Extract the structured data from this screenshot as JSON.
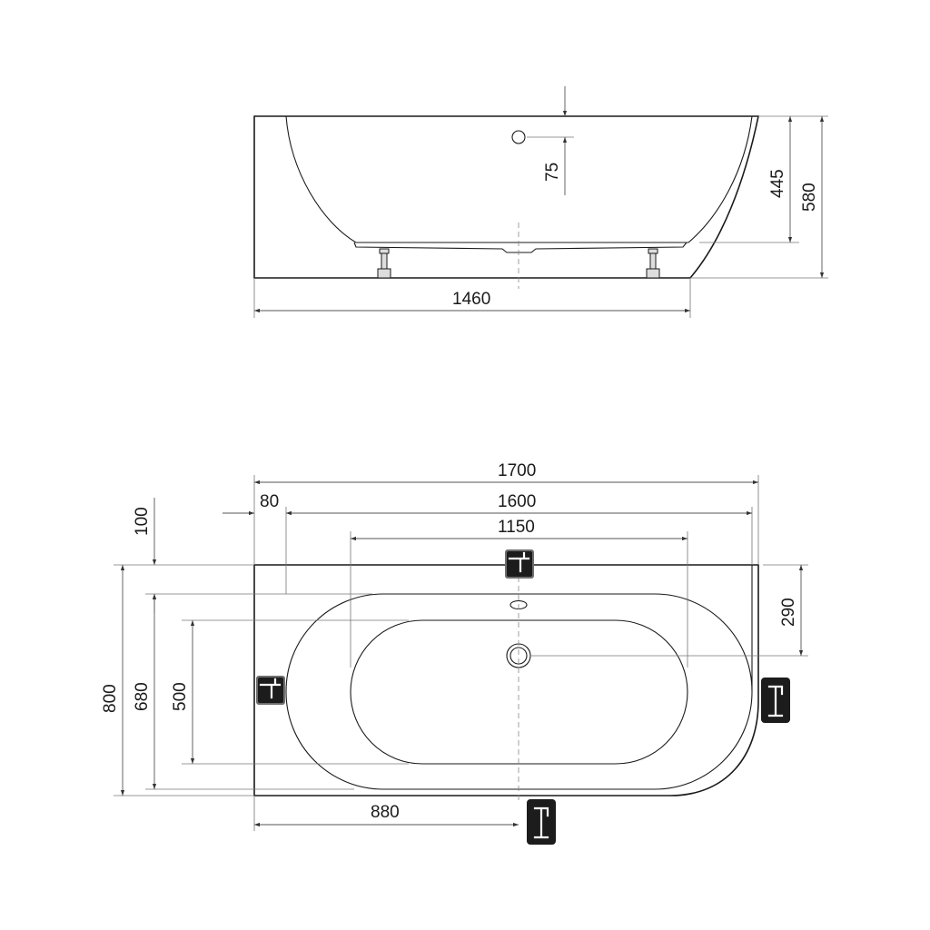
{
  "dimensions": {
    "side_length": "1460",
    "overflow_height": "75",
    "inner_depth": "445",
    "total_height": "580",
    "total_length": "1700",
    "left_offset": "80",
    "inner_length": "1600",
    "basin_length": "1150",
    "top_offset": "100",
    "overflow_offset": "290",
    "total_width": "800",
    "inner_width": "680",
    "basin_width": "500",
    "drain_offset": "880"
  },
  "colors": {
    "line": "#1a1a1a",
    "dimension": "#555555",
    "tap_icon": "#1c1c1c"
  },
  "icons": [
    "faucet-wall-icon",
    "faucet-deck-icon",
    "faucet-floor-icon"
  ]
}
